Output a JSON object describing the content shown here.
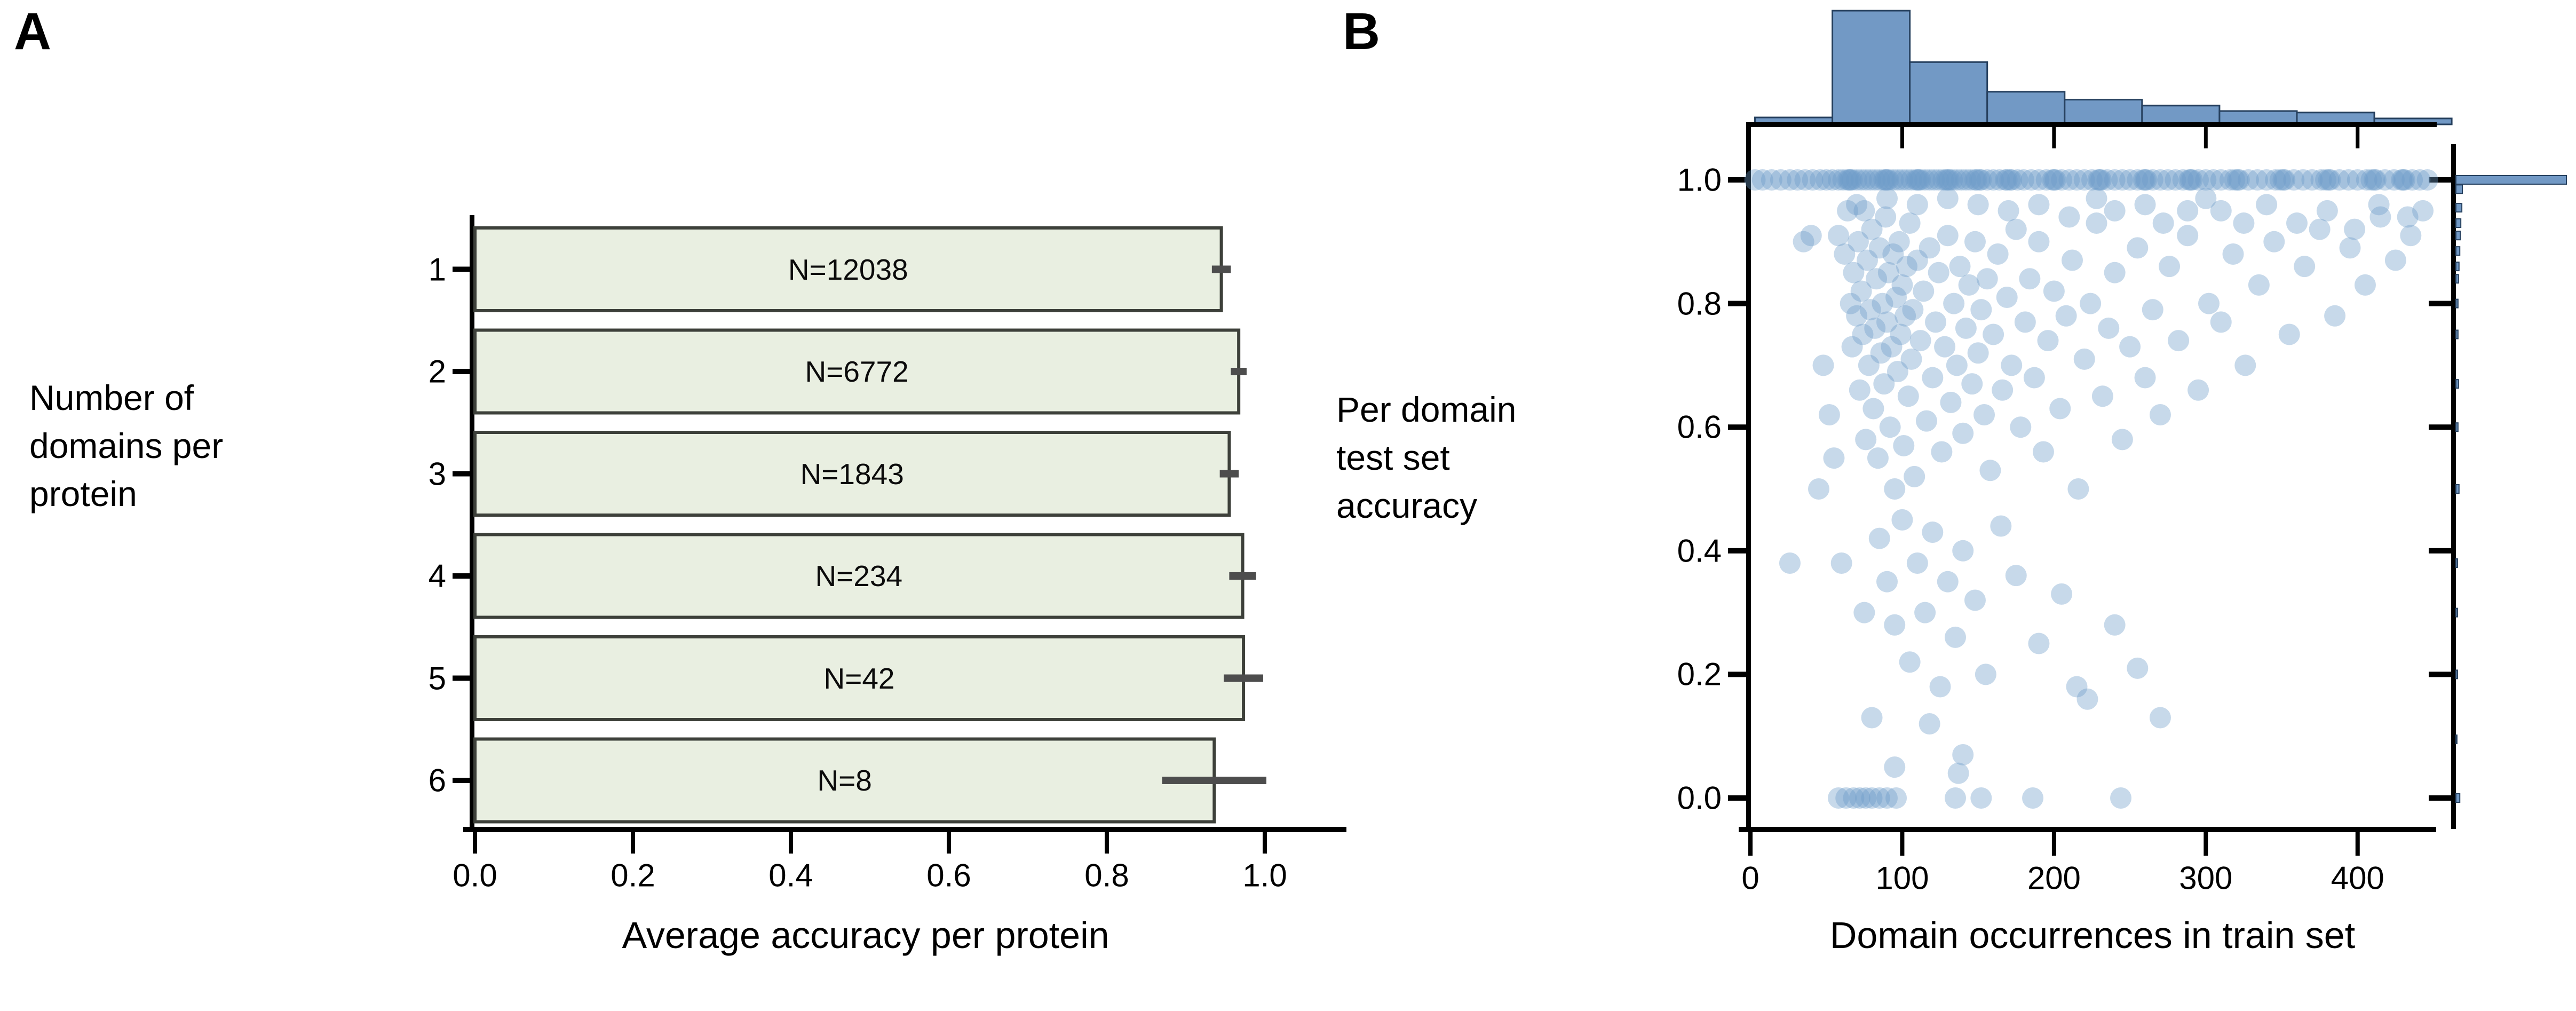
{
  "figure": {
    "background": "#ffffff"
  },
  "chart_data": [
    {
      "type": "bar",
      "panel_letter": "A",
      "orientation": "horizontal",
      "ylabel_lines": [
        "Number of",
        "domains per",
        "protein"
      ],
      "xlabel": "Average accuracy per protein",
      "categories": [
        "1",
        "2",
        "3",
        "4",
        "5",
        "6"
      ],
      "values": [
        0.945,
        0.967,
        0.955,
        0.972,
        0.973,
        0.936
      ],
      "errors": [
        0.012,
        0.01,
        0.012,
        0.017,
        0.025,
        0.066
      ],
      "bar_labels": [
        "N=12038",
        "N=6772",
        "N=1843",
        "N=234",
        "N=42",
        "N=8"
      ],
      "xticks": [
        0.0,
        0.2,
        0.4,
        0.6,
        0.8,
        1.0
      ],
      "xtick_labels": [
        "0.0",
        "0.2",
        "0.4",
        "0.6",
        "0.8",
        "1.0"
      ],
      "xlim": [
        0,
        1.1
      ],
      "bar_fill": "#e9efe1",
      "bar_edge": "#3d403a",
      "error_color": "#4d4d4d",
      "axis_color": "#000000"
    },
    {
      "type": "scatter",
      "panel_letter": "B",
      "ylabel_lines": [
        "Per domain",
        "test set",
        "accuracy"
      ],
      "xlabel": "Domain occurrences in train set",
      "xticks": [
        0,
        100,
        200,
        300,
        400
      ],
      "xtick_labels": [
        "0",
        "100",
        "200",
        "300",
        "400"
      ],
      "yticks": [
        0.0,
        0.2,
        0.4,
        0.6,
        0.8,
        1.0
      ],
      "ytick_labels": [
        "0.0",
        "0.2",
        "0.4",
        "0.6",
        "0.8",
        "1.0"
      ],
      "xlim": [
        0,
        450
      ],
      "ylim": [
        -0.054,
        1.09
      ],
      "grid": false,
      "point_color": "#6d9bc9",
      "point_opacity": 0.38,
      "hist_fill": "#7299c5",
      "hist_edge": "#26405e",
      "axis_color": "#000000",
      "top_histogram": {
        "bin_start": 3,
        "bin_width": 51,
        "counts": [
          14,
          230,
          126,
          66,
          50,
          38,
          27,
          24,
          12
        ],
        "max_count": 230
      },
      "right_histogram": {
        "max_count": 430,
        "bins": [
          [
            1.0,
            430
          ],
          [
            0.985,
            25
          ],
          [
            0.955,
            23
          ],
          [
            0.93,
            19
          ],
          [
            0.91,
            17
          ],
          [
            0.885,
            15
          ],
          [
            0.86,
            12
          ],
          [
            0.84,
            10
          ],
          [
            0.8,
            8
          ],
          [
            0.75,
            8
          ],
          [
            0.67,
            10
          ],
          [
            0.6,
            8
          ],
          [
            0.5,
            12
          ],
          [
            0.38,
            6
          ],
          [
            0.3,
            6
          ],
          [
            0.2,
            6
          ],
          [
            0.095,
            4
          ],
          [
            0.0,
            15
          ]
        ]
      },
      "top_row_y": 1.0,
      "top_row_x": [
        3,
        8,
        14,
        20,
        26,
        31,
        36,
        41,
        46,
        50,
        54,
        58,
        61,
        64,
        67,
        70,
        73,
        76,
        79,
        82,
        85,
        88,
        91,
        94,
        97,
        100,
        103,
        106,
        109,
        112,
        115,
        118,
        121,
        124,
        127,
        130,
        133,
        136,
        139,
        142,
        145,
        148,
        152,
        156,
        160,
        164,
        168,
        172,
        176,
        180,
        185,
        190,
        195,
        200,
        205,
        210,
        215,
        220,
        225,
        230,
        235,
        240,
        245,
        250,
        255,
        260,
        265,
        270,
        275,
        280,
        285,
        290,
        295,
        300,
        305,
        310,
        316,
        322,
        328,
        334,
        340,
        346,
        352,
        358,
        364,
        370,
        376,
        382,
        388,
        394,
        400,
        406,
        412,
        418,
        424,
        430,
        436,
        441,
        446,
        65,
        66,
        89,
        90,
        110,
        111,
        129,
        131,
        149,
        151,
        169,
        171,
        199,
        201,
        229,
        231,
        259,
        261,
        289,
        291,
        319,
        321,
        349,
        351,
        379,
        381,
        409,
        411,
        429,
        431
      ],
      "points": [
        [
          58,
          0.91
        ],
        [
          62,
          0.88
        ],
        [
          64,
          0.95
        ],
        [
          66,
          0.8
        ],
        [
          67,
          0.73
        ],
        [
          68,
          0.85
        ],
        [
          70,
          0.78
        ],
        [
          71,
          0.9
        ],
        [
          72,
          0.66
        ],
        [
          73,
          0.82
        ],
        [
          74,
          0.75
        ],
        [
          75,
          0.95
        ],
        [
          76,
          0.58
        ],
        [
          77,
          0.87
        ],
        [
          78,
          0.7
        ],
        [
          79,
          0.79
        ],
        [
          80,
          0.92
        ],
        [
          81,
          0.63
        ],
        [
          82,
          0.76
        ],
        [
          83,
          0.84
        ],
        [
          84,
          0.55
        ],
        [
          85,
          0.89
        ],
        [
          86,
          0.72
        ],
        [
          87,
          0.8
        ],
        [
          88,
          0.67
        ],
        [
          89,
          0.94
        ],
        [
          90,
          0.77
        ],
        [
          91,
          0.85
        ],
        [
          92,
          0.6
        ],
        [
          93,
          0.73
        ],
        [
          94,
          0.88
        ],
        [
          95,
          0.5
        ],
        [
          96,
          0.81
        ],
        [
          97,
          0.69
        ],
        [
          98,
          0.9
        ],
        [
          99,
          0.75
        ],
        [
          100,
          0.83
        ],
        [
          101,
          0.57
        ],
        [
          102,
          0.78
        ],
        [
          103,
          0.86
        ],
        [
          104,
          0.65
        ],
        [
          105,
          0.93
        ],
        [
          106,
          0.71
        ],
        [
          107,
          0.79
        ],
        [
          108,
          0.52
        ],
        [
          110,
          0.87
        ],
        [
          112,
          0.74
        ],
        [
          114,
          0.82
        ],
        [
          116,
          0.61
        ],
        [
          118,
          0.89
        ],
        [
          120,
          0.68
        ],
        [
          122,
          0.77
        ],
        [
          124,
          0.85
        ],
        [
          126,
          0.56
        ],
        [
          128,
          0.73
        ],
        [
          130,
          0.91
        ],
        [
          132,
          0.64
        ],
        [
          134,
          0.8
        ],
        [
          136,
          0.7
        ],
        [
          138,
          0.86
        ],
        [
          140,
          0.59
        ],
        [
          142,
          0.76
        ],
        [
          144,
          0.83
        ],
        [
          146,
          0.67
        ],
        [
          148,
          0.9
        ],
        [
          150,
          0.72
        ],
        [
          152,
          0.79
        ],
        [
          154,
          0.62
        ],
        [
          156,
          0.84
        ],
        [
          158,
          0.53
        ],
        [
          160,
          0.75
        ],
        [
          163,
          0.88
        ],
        [
          166,
          0.66
        ],
        [
          169,
          0.81
        ],
        [
          172,
          0.7
        ],
        [
          175,
          0.92
        ],
        [
          178,
          0.6
        ],
        [
          181,
          0.77
        ],
        [
          184,
          0.84
        ],
        [
          187,
          0.68
        ],
        [
          190,
          0.9
        ],
        [
          193,
          0.56
        ],
        [
          196,
          0.74
        ],
        [
          200,
          0.82
        ],
        [
          204,
          0.63
        ],
        [
          208,
          0.78
        ],
        [
          212,
          0.87
        ],
        [
          216,
          0.5
        ],
        [
          220,
          0.71
        ],
        [
          224,
          0.8
        ],
        [
          228,
          0.93
        ],
        [
          232,
          0.65
        ],
        [
          236,
          0.76
        ],
        [
          240,
          0.85
        ],
        [
          245,
          0.58
        ],
        [
          250,
          0.73
        ],
        [
          255,
          0.89
        ],
        [
          260,
          0.68
        ],
        [
          265,
          0.79
        ],
        [
          270,
          0.62
        ],
        [
          276,
          0.86
        ],
        [
          282,
          0.74
        ],
        [
          288,
          0.91
        ],
        [
          295,
          0.66
        ],
        [
          302,
          0.8
        ],
        [
          310,
          0.77
        ],
        [
          318,
          0.88
        ],
        [
          326,
          0.7
        ],
        [
          335,
          0.83
        ],
        [
          345,
          0.9
        ],
        [
          355,
          0.75
        ],
        [
          365,
          0.86
        ],
        [
          375,
          0.92
        ],
        [
          385,
          0.78
        ],
        [
          395,
          0.89
        ],
        [
          405,
          0.83
        ],
        [
          415,
          0.94
        ],
        [
          425,
          0.87
        ],
        [
          435,
          0.91
        ],
        [
          443,
          0.95
        ],
        [
          70,
          0.96
        ],
        [
          90,
          0.97
        ],
        [
          110,
          0.96
        ],
        [
          130,
          0.97
        ],
        [
          150,
          0.96
        ],
        [
          170,
          0.95
        ],
        [
          190,
          0.96
        ],
        [
          210,
          0.94
        ],
        [
          228,
          0.97
        ],
        [
          240,
          0.95
        ],
        [
          260,
          0.96
        ],
        [
          272,
          0.93
        ],
        [
          288,
          0.95
        ],
        [
          300,
          0.97
        ],
        [
          310,
          0.95
        ],
        [
          325,
          0.93
        ],
        [
          340,
          0.96
        ],
        [
          360,
          0.93
        ],
        [
          380,
          0.95
        ],
        [
          398,
          0.92
        ],
        [
          414,
          0.96
        ],
        [
          433,
          0.94
        ],
        [
          35,
          0.9
        ],
        [
          40,
          0.91
        ],
        [
          48,
          0.7
        ],
        [
          45,
          0.5
        ],
        [
          52,
          0.62
        ],
        [
          55,
          0.55
        ],
        [
          26,
          0.38
        ],
        [
          60,
          0.38
        ],
        [
          75,
          0.3
        ],
        [
          80,
          0.13
        ],
        [
          85,
          0.42
        ],
        [
          90,
          0.35
        ],
        [
          95,
          0.28
        ],
        [
          100,
          0.45
        ],
        [
          105,
          0.22
        ],
        [
          110,
          0.38
        ],
        [
          115,
          0.3
        ],
        [
          120,
          0.43
        ],
        [
          125,
          0.18
        ],
        [
          130,
          0.35
        ],
        [
          135,
          0.26
        ],
        [
          140,
          0.4
        ],
        [
          148,
          0.32
        ],
        [
          155,
          0.2
        ],
        [
          165,
          0.44
        ],
        [
          175,
          0.36
        ],
        [
          190,
          0.25
        ],
        [
          205,
          0.33
        ],
        [
          215,
          0.18
        ],
        [
          222,
          0.16
        ],
        [
          240,
          0.28
        ],
        [
          255,
          0.21
        ],
        [
          270,
          0.13
        ],
        [
          95,
          0.05
        ],
        [
          140,
          0.07
        ],
        [
          118,
          0.12
        ],
        [
          58,
          0
        ],
        [
          63,
          0
        ],
        [
          68,
          0
        ],
        [
          72,
          0
        ],
        [
          76,
          0
        ],
        [
          80,
          0
        ],
        [
          85,
          0
        ],
        [
          90,
          0
        ],
        [
          96,
          0
        ],
        [
          135,
          0
        ],
        [
          137,
          0.04
        ],
        [
          152,
          0
        ],
        [
          186,
          0
        ],
        [
          244,
          0
        ]
      ]
    }
  ]
}
